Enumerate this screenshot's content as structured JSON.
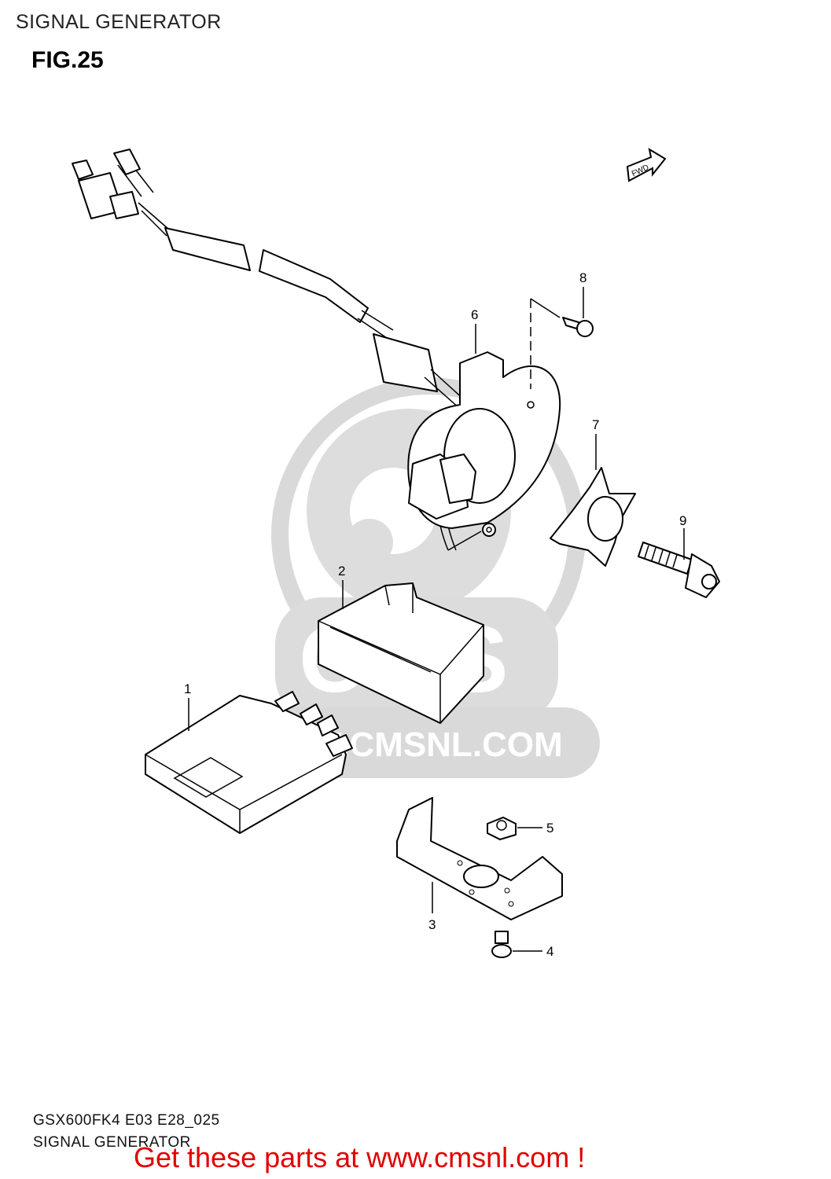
{
  "header": {
    "section_title": "SIGNAL GENERATOR",
    "figure_title": "FIG.25"
  },
  "footer": {
    "diagram_code": "GSX600FK4 E03 E28_025",
    "diagram_name": "SIGNAL GENERATOR",
    "promo_text": "Get these parts at www.cmsnl.com !"
  },
  "watermark": {
    "brand": "CMS",
    "url": "WWW.CMSNL.COM"
  },
  "direction_marker": "FWD",
  "callouts": [
    "1",
    "2",
    "3",
    "4",
    "5",
    "6",
    "7",
    "8",
    "9"
  ],
  "colors": {
    "promo": "#e00000",
    "watermark": "#d6d6d6",
    "line": "#000000"
  }
}
